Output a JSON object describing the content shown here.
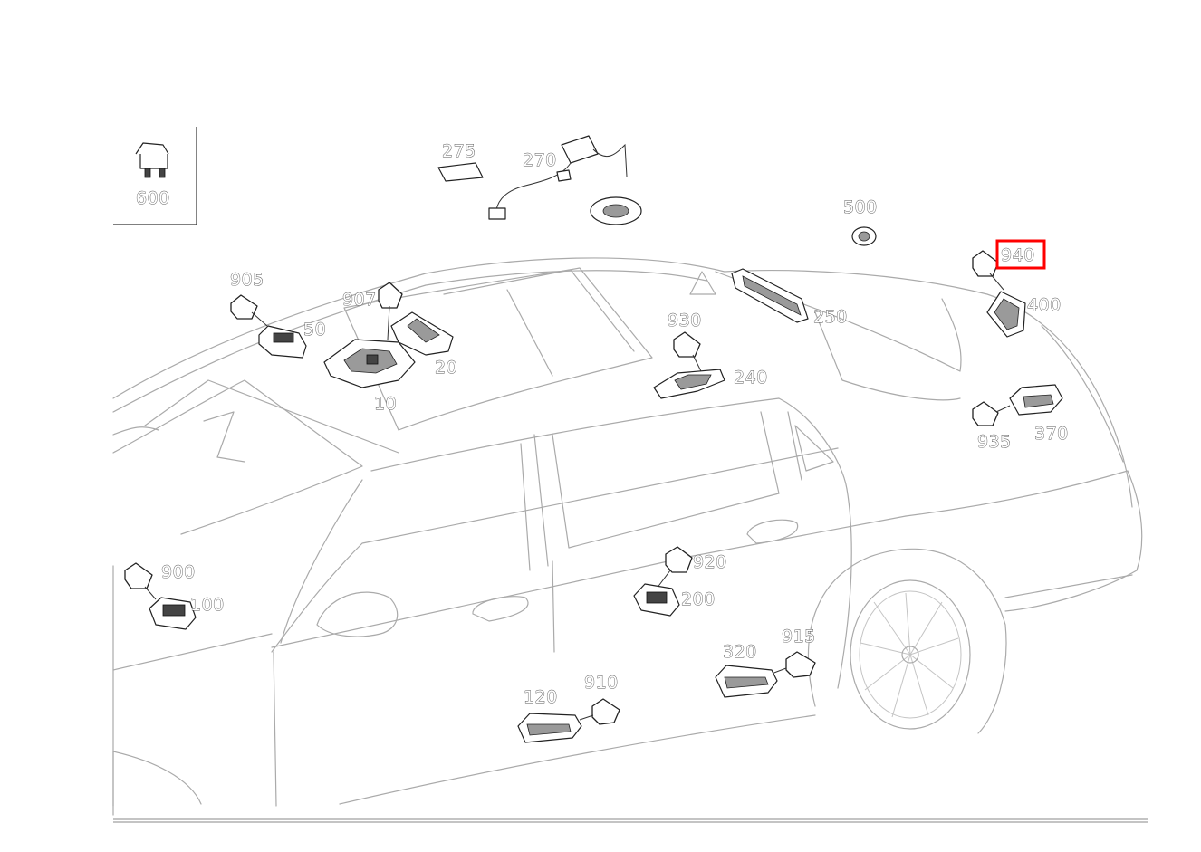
{
  "diagram": {
    "highlighted_part": "940",
    "labels": {
      "p600": "600",
      "p275": "275",
      "p270": "270",
      "p500": "500",
      "p940": "940",
      "p400": "400",
      "p905": "905",
      "p907": "907",
      "p50": "50",
      "p20": "20",
      "p10": "10",
      "p930": "930",
      "p250": "250",
      "p240": "240",
      "p935": "935",
      "p370": "370",
      "p900": "900",
      "p100": "100",
      "p920": "920",
      "p200": "200",
      "p915": "915",
      "p320": "320",
      "p910": "910",
      "p120": "120"
    },
    "colors": {
      "highlight": "#ff0000",
      "outline": "#aaaaaa",
      "parts": "#222222"
    }
  }
}
